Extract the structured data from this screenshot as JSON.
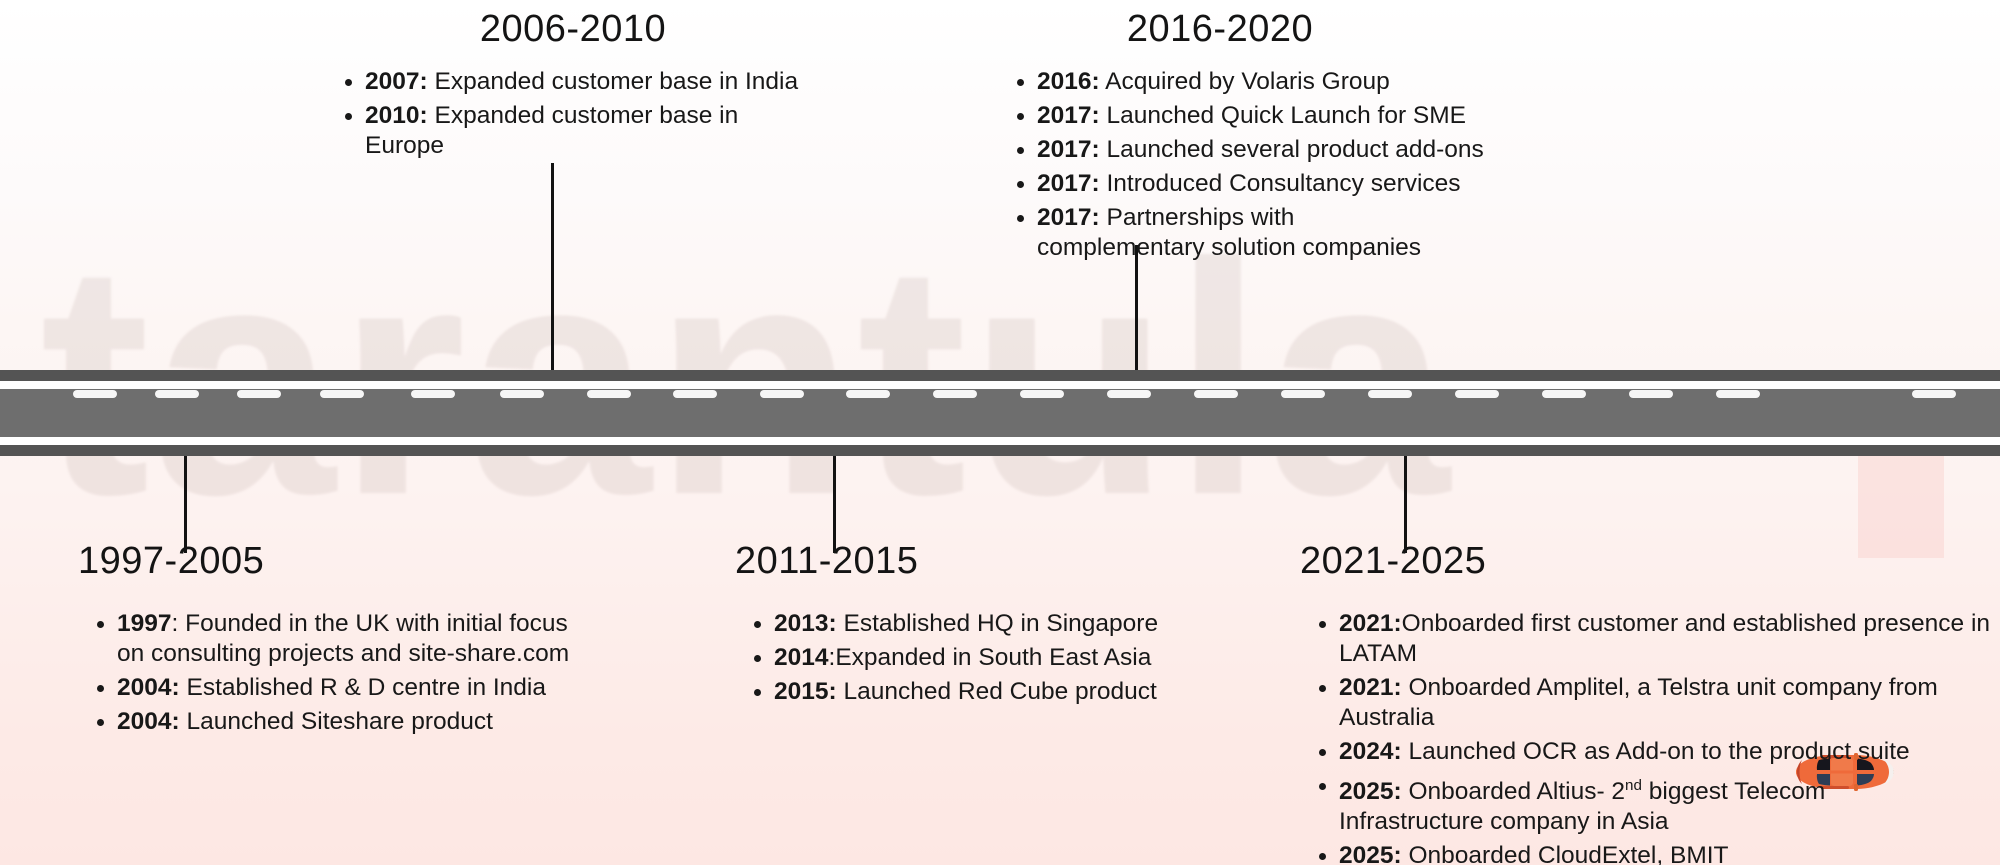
{
  "watermark": {
    "text": "tarantula"
  },
  "road": {
    "car_icon": "car-top-view-icon",
    "car_color": "#ef6a3a",
    "surface_color": "#6e6e6e",
    "edge_color": "#545454",
    "lane_dash_color": "#f6f6f6"
  },
  "timeline": {
    "blocks": [
      {
        "id": "2006-2010",
        "heading": "2006-2010",
        "position": "above",
        "bullets": [
          {
            "year": "2007:",
            "text": " Expanded customer base in India"
          },
          {
            "year": "2010:",
            "text": " Expanded customer base in Europe"
          }
        ]
      },
      {
        "id": "2016-2020",
        "heading": "2016-2020",
        "position": "above",
        "bullets": [
          {
            "year": "2016:",
            "text": " Acquired by Volaris Group"
          },
          {
            "year": "2017:",
            "text": " Launched Quick Launch for SME"
          },
          {
            "year": "2017:",
            "text": " Launched several product add-ons"
          },
          {
            "year": "2017:",
            "text": " Introduced Consultancy services"
          },
          {
            "year": "2017:",
            "text": " Partnerships with complementary solution companies"
          }
        ]
      },
      {
        "id": "1997-2005",
        "heading": "1997-2005",
        "position": "below",
        "bullets": [
          {
            "year": "1997",
            "text": ": Founded in the UK with initial focus on consulting projects and site-share.com"
          },
          {
            "year": "2004:",
            "text": " Established R & D centre in India"
          },
          {
            "year": "2004:",
            "text": " Launched Siteshare product"
          }
        ]
      },
      {
        "id": "2011-2015",
        "heading": "2011-2015",
        "position": "below",
        "bullets": [
          {
            "year": "2013:",
            "text": " Established HQ in Singapore"
          },
          {
            "year": "2014",
            "text": ":Expanded in South East Asia"
          },
          {
            "year": "2015:",
            "text": " Launched Red Cube product"
          }
        ]
      },
      {
        "id": "2021-2025",
        "heading": "2021-2025",
        "position": "below",
        "bullets": [
          {
            "year": "2021:",
            "text": "Onboarded first customer and established presence in LATAM"
          },
          {
            "year": "2021:",
            "text": " Onboarded Amplitel, a Telstra unit company from Australia"
          },
          {
            "year": "2024:",
            "text": " Launched OCR as Add-on to the product suite"
          },
          {
            "year": "2025:",
            "text": " Onboarded Altius- 2",
            "sup": "nd",
            "text_after": " biggest Telecom Infrastructure company in Asia"
          },
          {
            "year": "2025:",
            "text": " Onboarded CloudExtel, BMIT"
          }
        ]
      }
    ]
  }
}
